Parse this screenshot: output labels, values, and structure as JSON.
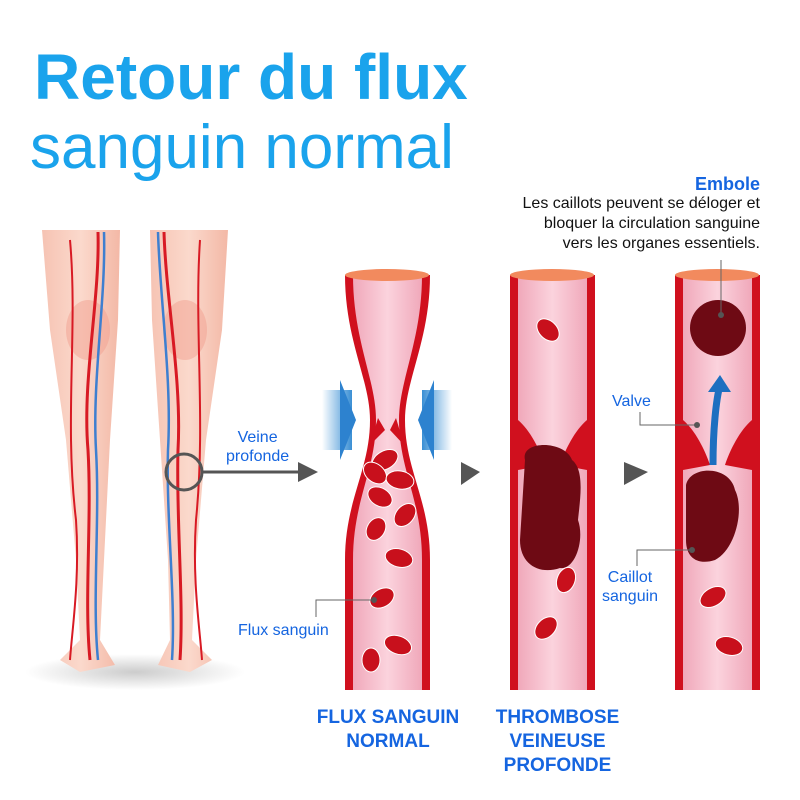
{
  "title": {
    "line1": "Retour du flux",
    "line2": "sanguin normal"
  },
  "embole": {
    "heading": "Embole",
    "lines": [
      "Les caillots peuvent se déloger et",
      "bloquer la circulation sanguine",
      "vers les organes essentiels."
    ]
  },
  "labels": {
    "veine_profonde": [
      "Veine",
      "profonde"
    ],
    "flux_sanguin": "Flux sanguin",
    "valve": "Valve",
    "caillot_sanguin": [
      "Caillot",
      "sanguin"
    ]
  },
  "captions": {
    "normal": [
      "FLUX SANGUIN",
      "NORMAL"
    ],
    "thrombose": [
      "THROMBOSE",
      "VEINEUSE",
      "PROFONDE"
    ]
  },
  "colors": {
    "title": "#1aa3ec",
    "label": "#1565e0",
    "vein_wall": "#d0101e",
    "vein_inner": "#f5bccb",
    "clot": "#6e0a14"
  }
}
